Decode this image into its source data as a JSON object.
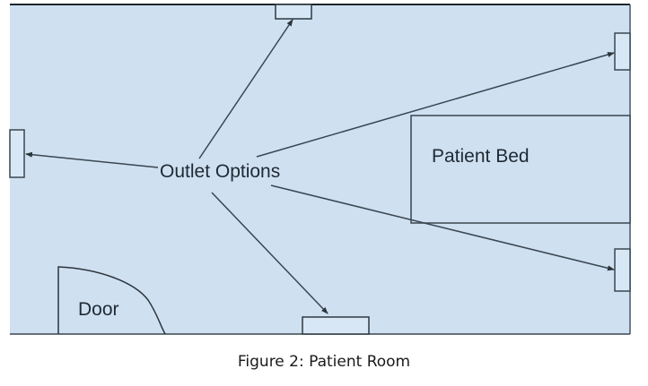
{
  "figure": {
    "caption": "Figure 2: Patient Room",
    "colors": {
      "room_fill": "#cfe0f1",
      "line": "#3a4650",
      "wall_top": "#1e262c",
      "text": "#1f2a33"
    }
  },
  "room": {
    "center_label": "Outlet Options",
    "bed_label": "Patient Bed",
    "door_label": "Door",
    "outlets": [
      {
        "id": "top",
        "wall": "top"
      },
      {
        "id": "left",
        "wall": "left"
      },
      {
        "id": "right-upper",
        "wall": "right"
      },
      {
        "id": "right-lower",
        "wall": "right"
      },
      {
        "id": "bottom",
        "wall": "bottom"
      }
    ]
  }
}
